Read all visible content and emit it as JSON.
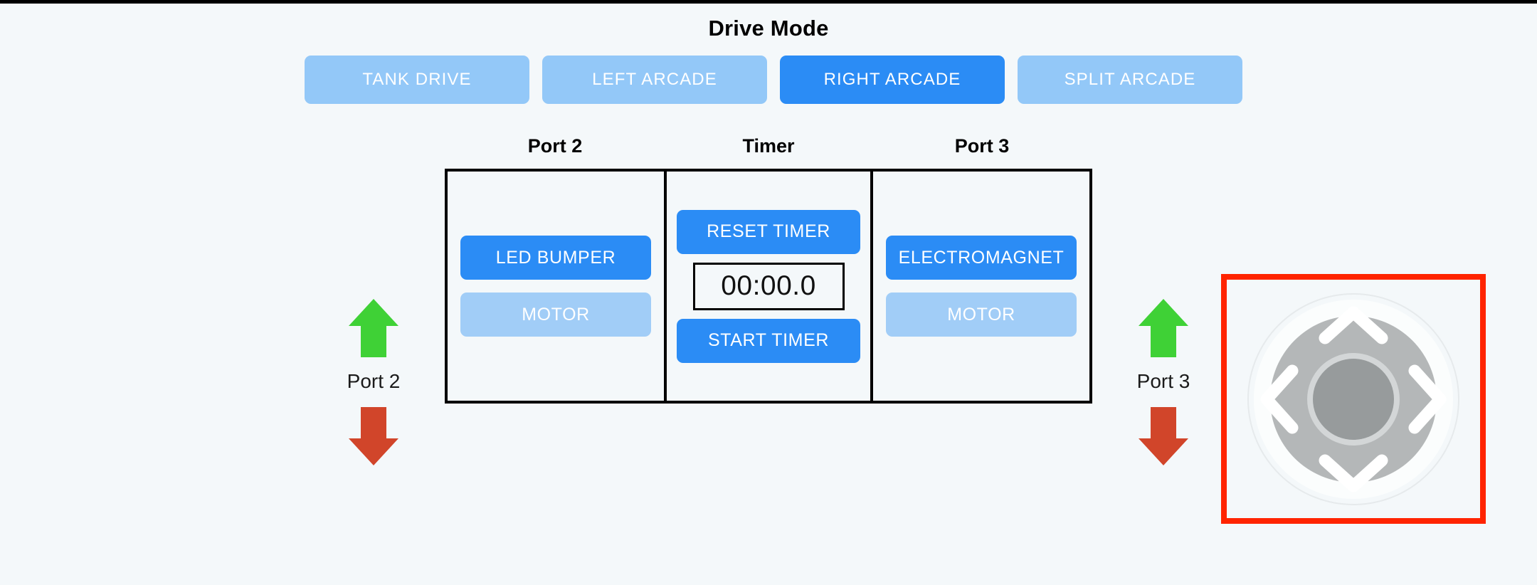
{
  "drive_mode": {
    "title": "Drive Mode",
    "options": [
      {
        "label": "TANK DRIVE",
        "active": false
      },
      {
        "label": "LEFT ARCADE",
        "active": false
      },
      {
        "label": "RIGHT ARCADE",
        "active": true
      },
      {
        "label": "SPLIT ARCADE",
        "active": false
      }
    ]
  },
  "panels": {
    "left": {
      "header": "Port 2",
      "buttons": [
        {
          "label": "LED BUMPER",
          "state": "on"
        },
        {
          "label": "MOTOR",
          "state": "off"
        }
      ]
    },
    "middle": {
      "header": "Timer",
      "reset_label": "RESET TIMER",
      "display": "00:00.0",
      "start_label": "START TIMER"
    },
    "right": {
      "header": "Port 3",
      "buttons": [
        {
          "label": "ELECTROMAGNET",
          "state": "on"
        },
        {
          "label": "MOTOR",
          "state": "off"
        }
      ]
    }
  },
  "ports": [
    {
      "label": "Port 2",
      "up_icon": "arrow-up-icon",
      "down_icon": "arrow-down-icon"
    },
    {
      "label": "Port 3",
      "up_icon": "arrow-up-icon",
      "down_icon": "arrow-down-icon"
    }
  ],
  "dpad": {
    "up_icon": "chevron-up-icon",
    "down_icon": "chevron-down-icon",
    "left_icon": "chevron-left-icon",
    "right_icon": "chevron-right-icon",
    "center_icon": "dpad-center-icon"
  },
  "colors": {
    "page_background": "#f4f8fa",
    "accent_active": "#2b8cf5",
    "accent_inactive": "#93c8f8",
    "device_off": "#a1cdf7",
    "arrow_up": "#3fd136",
    "arrow_down": "#d1452a",
    "highlight_border": "#ff2400",
    "panel_border": "#000000",
    "dpad_ring": "#b4b7b8",
    "dpad_center": "#979b9c"
  }
}
